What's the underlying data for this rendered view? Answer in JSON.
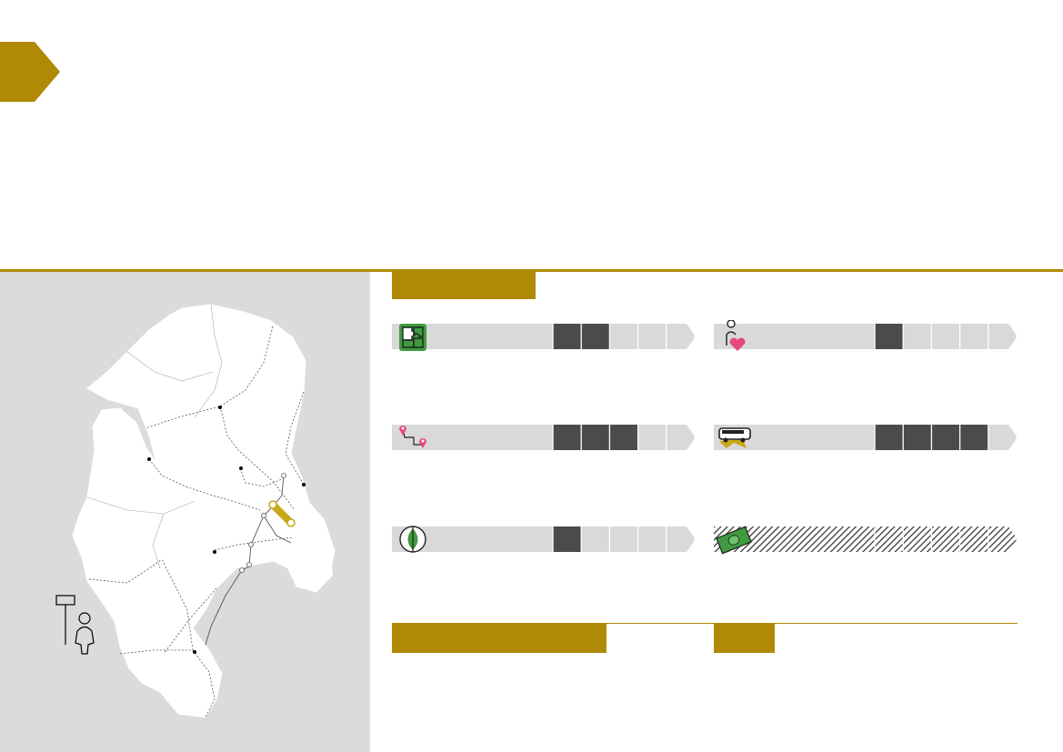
{
  "colors": {
    "gold": "#b08a05",
    "filled_segment": "#4b4a4c",
    "empty_track": "#d9d9d9",
    "separator": "#ffffff",
    "map_background": "#dbdbdb",
    "pink": "#e64a7b",
    "green": "#3f9b3f"
  },
  "header": {
    "title": "",
    "subtitle": ""
  },
  "map": {
    "legend_label": ""
  },
  "ratings": {
    "section_label": "",
    "max_segments": 5,
    "items": [
      {
        "icon": "puzzle-icon",
        "label": "",
        "level": 2
      },
      {
        "icon": "person-heart-icon",
        "label": "",
        "level": 1
      },
      {
        "icon": "route-pins-icon",
        "label": "",
        "level": 3
      },
      {
        "icon": "bus-icon",
        "label": "",
        "level": 4
      },
      {
        "icon": "leaf-coin-icon",
        "label": "",
        "level": 1
      },
      {
        "icon": "banknote-icon",
        "label": "",
        "level": null,
        "state": "not-applicable"
      }
    ]
  },
  "bottom_sections": {
    "left_label": "",
    "right_label": ""
  }
}
